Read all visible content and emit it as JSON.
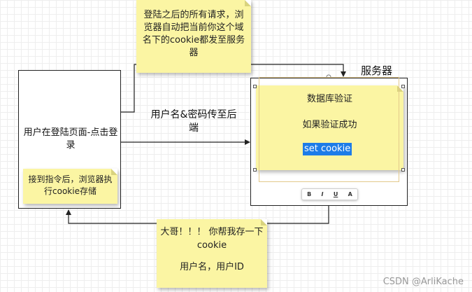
{
  "client": {
    "label": "用户在登陆页面-点击登录"
  },
  "server": {
    "label": "服务器",
    "db_check": "数据库验证",
    "verify_ok": "如果验证成功",
    "set_cookie": "set cookie"
  },
  "notes": {
    "top": "登陆之后的所有请求，浏览器自动把当前你这个域名下的cookie都发至服务器",
    "left": "接到指令后，浏览器执行cookie存储",
    "bottom_line1": "大哥！！！ 你帮我存一下cookie",
    "bottom_line2": "用户名，用户ID"
  },
  "edges": {
    "login_label": "用户名&密码传至后端"
  },
  "toolbar": {
    "bold": "B",
    "italic": "I",
    "underline": "U",
    "font": "A"
  },
  "watermark": "CSDN @ArliKache"
}
